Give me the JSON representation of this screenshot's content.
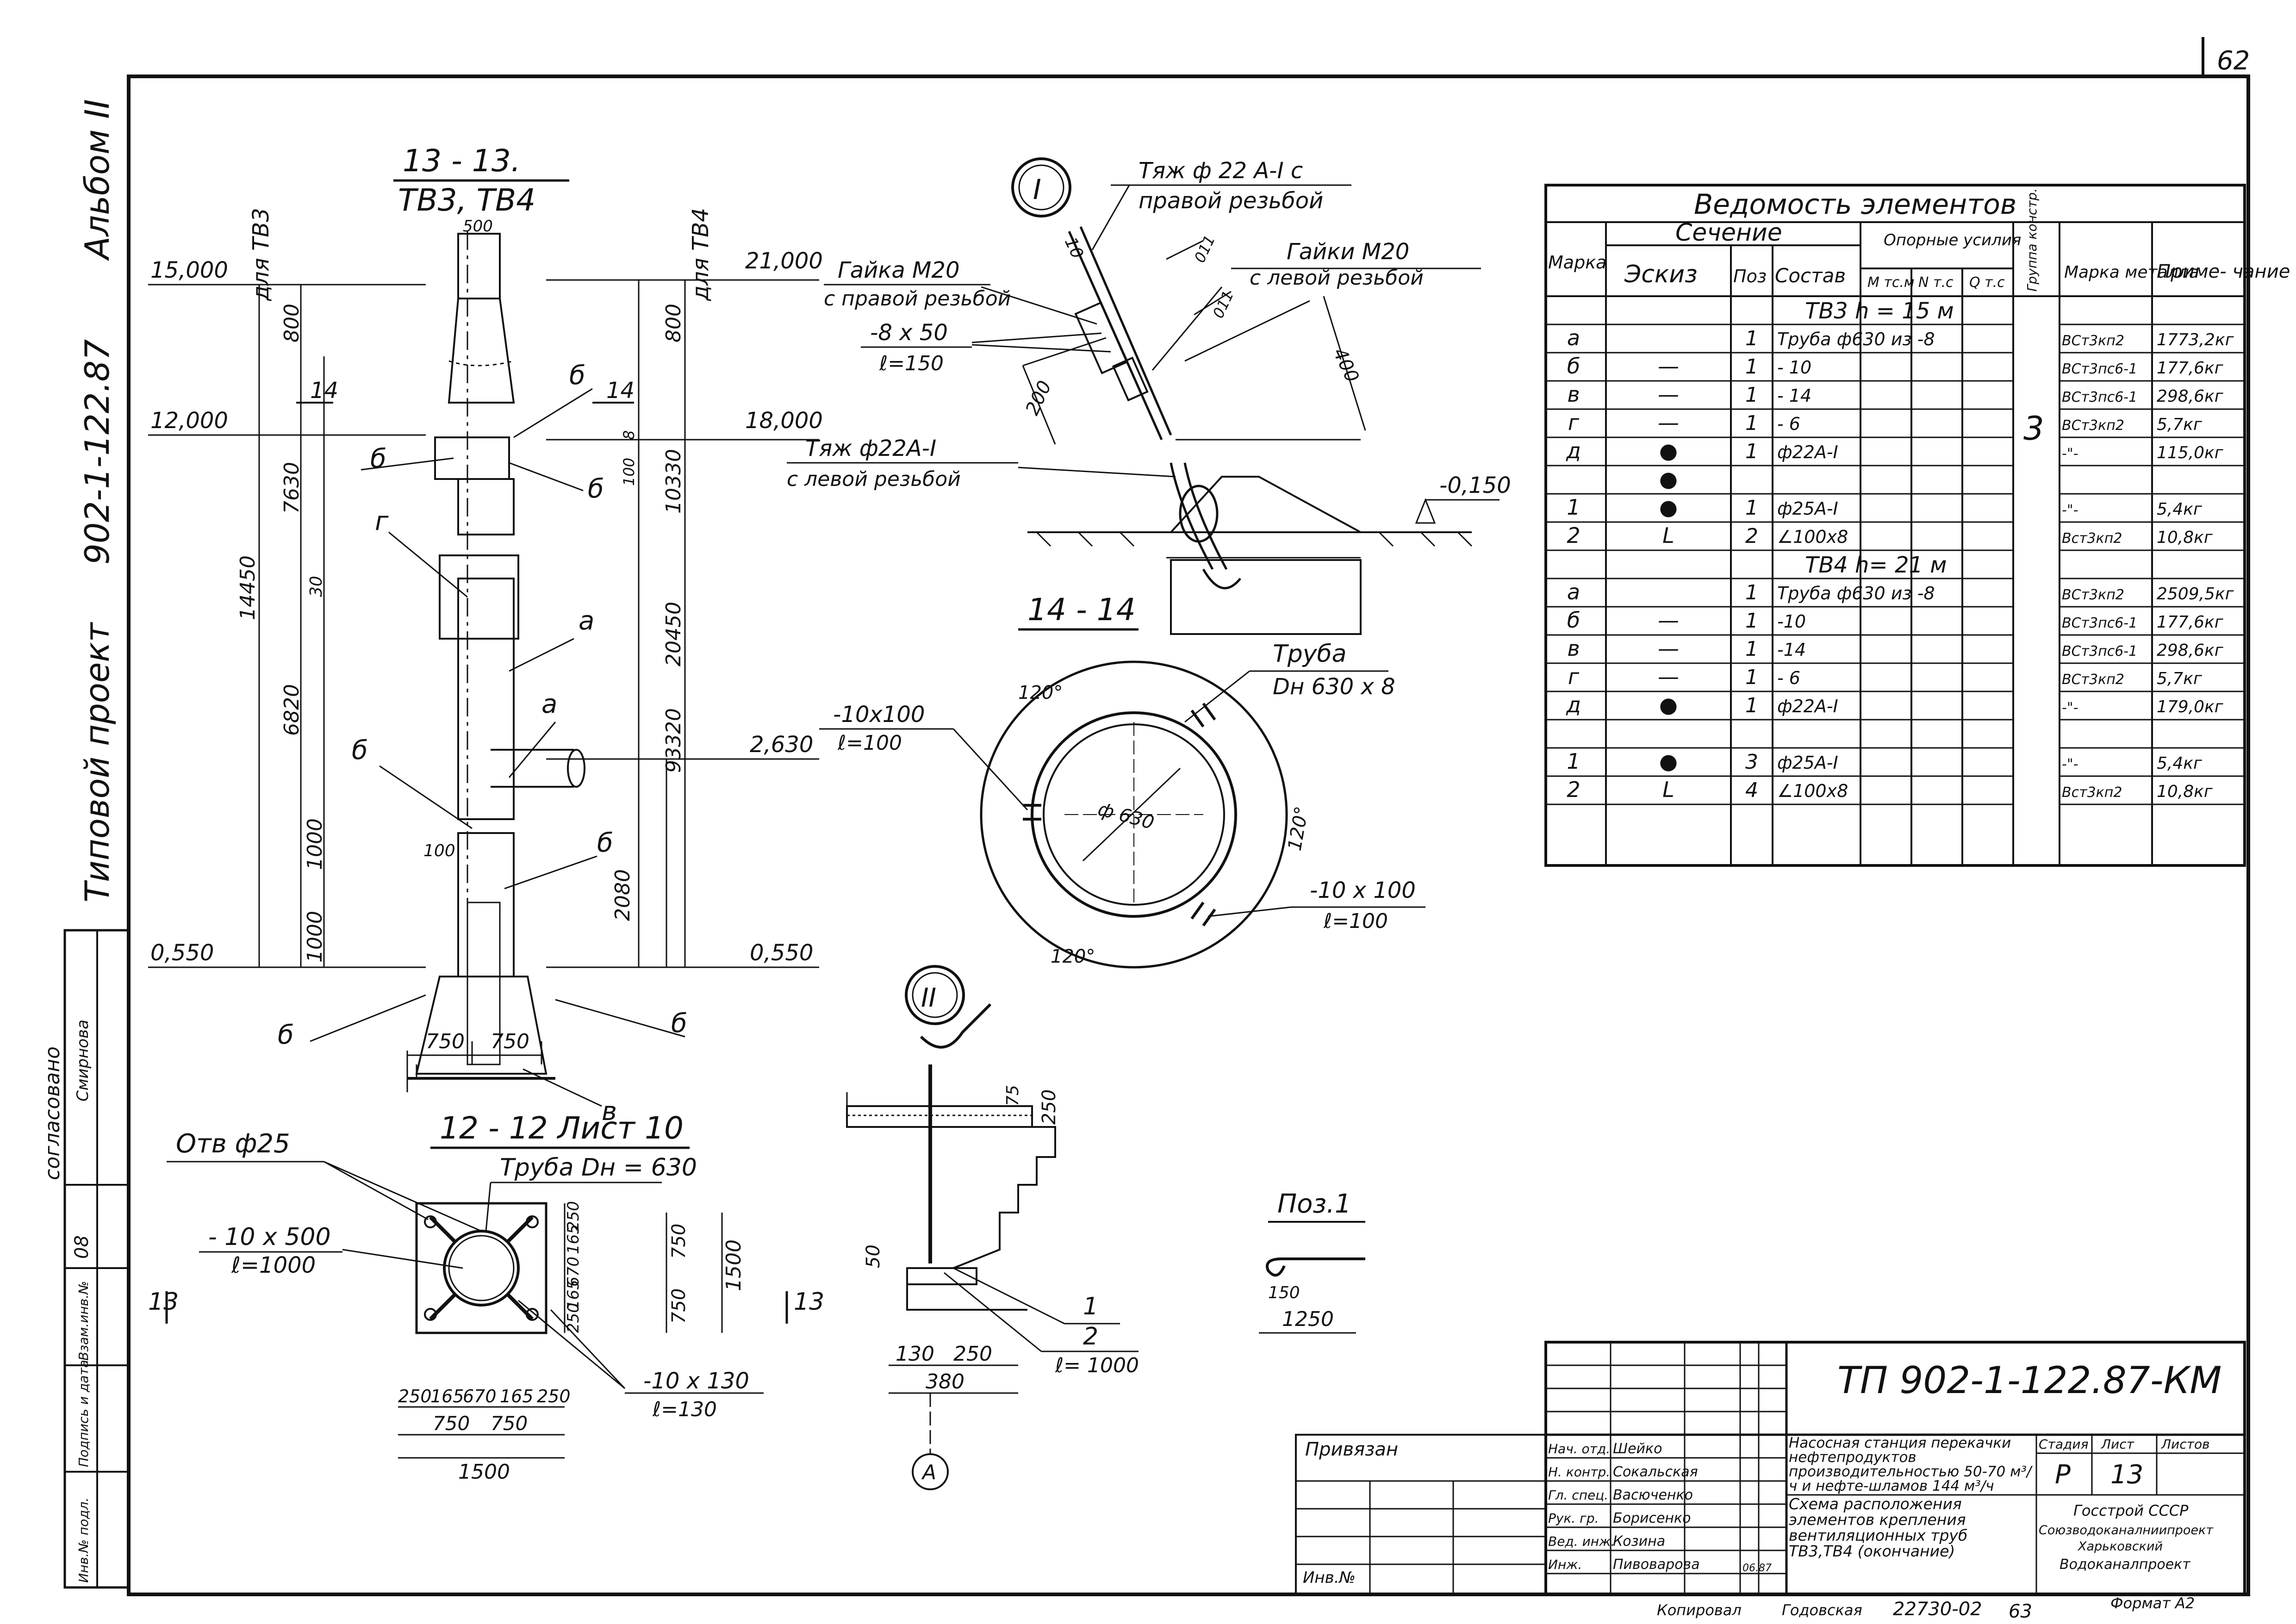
{
  "sheet_no": "62",
  "page_no": "63",
  "side_labels": {
    "album": "Альбом II",
    "project": "902-1-122.87",
    "type": "Типовой проект"
  },
  "left_stamp": {
    "agreed": "согласовано",
    "signer": "Смирнова",
    "code": "08",
    "rows": [
      "Инв.№ подл.",
      "Подпись и дата",
      "Взам.инв.№"
    ]
  },
  "section_13": {
    "title": "13 - 13.",
    "subtitle": "ТВ3, ТВ4",
    "for_tv3": "для ТВ3",
    "for_tv4": "для ТВ4",
    "top_width": "500",
    "levels": [
      "15,000",
      "12,000",
      "0,550",
      "21,000",
      "18,000",
      "2,630",
      "0,550"
    ],
    "dims": [
      "800",
      "7630",
      "14450",
      "30",
      "6820",
      "1000",
      "1000",
      "800",
      "10330",
      "100",
      "8",
      "20450",
      "93320",
      "2080",
      "100",
      "750",
      "750"
    ],
    "cut_mark": "14",
    "marks": [
      "б",
      "б",
      "б",
      "г",
      "а",
      "а",
      "б",
      "б",
      "б",
      "б",
      "в"
    ]
  },
  "detail_1": {
    "num": "I",
    "tie_right": "Тяж ф 22 А-I с",
    "tie_right2": "правой резьбой",
    "nut_right": "Гайка М20",
    "nut_right2": "с правой резьбой",
    "nuts_left": "Гайки М20",
    "nuts_left2": "с левой резьбой",
    "plate": "-8 х 50",
    "plate_len": "ℓ=150",
    "tie_left": "Тяж ф22А-I",
    "tie_left2": "с левой резьбой",
    "level": "-0,150",
    "d10": "10",
    "d200": "200",
    "d011": "011",
    "d400": "400"
  },
  "section_14": {
    "title": "14 - 14",
    "pipe": "Труба",
    "pipe_size": "Dн 630 х 8",
    "rib": "-10х100",
    "rib_len": "ℓ=100",
    "rib2": "-10 х 100",
    "rib2_len": "ℓ=100",
    "angles": [
      "120°",
      "120°",
      "120°"
    ],
    "dia": "ф 630"
  },
  "section_12": {
    "title": "12 - 12  Лист 10",
    "hole": "Отв ф25",
    "pipe": "Труба Dн = 630",
    "plate": "- 10 х 500",
    "plate_len": "ℓ=1000",
    "rib": "-10 х 130",
    "rib_len": "ℓ=130",
    "cut": "13",
    "dims_bottom": [
      "250",
      "165",
      "670",
      "165",
      "250"
    ],
    "dims_bottom2": [
      "750",
      "750"
    ],
    "total": "1500",
    "dims_right": [
      "250",
      "165",
      "670",
      "165",
      "250"
    ],
    "dims_right2": [
      "750",
      "750"
    ],
    "total_right": "1500"
  },
  "detail_2": {
    "num": "II",
    "d75": "75",
    "d250": "250",
    "d50": "50",
    "d130": "130",
    "d250b": "250",
    "d380": "380",
    "pos1": "1",
    "pos2": "2",
    "pos2_len": "ℓ= 1000",
    "axis": "А"
  },
  "pos1_detail": {
    "title": "Поз.1",
    "d150": "150",
    "d1250": "1250"
  },
  "spec_table": {
    "title": "Ведомость элементов",
    "h_mark": "Марка",
    "h_section": "Сечение",
    "h_sketch": "Эскиз",
    "h_pos": "Поз",
    "h_comp": "Состав",
    "h_forces": "Опорные усилия",
    "h_m": "М тс.м",
    "h_n": "N т.с",
    "h_q": "Q т.с",
    "h_group": "Группа констр.",
    "h_steel": "Марка металла",
    "h_note": "Приме- чание",
    "group_value": "3",
    "section_tv3": "ТВ3  h = 15 м",
    "section_tv4": "ТВ4  h= 21 м",
    "rows_tv3": [
      {
        "mark": "а",
        "sketch": "",
        "pos": "1",
        "comp": "Труба ф630 из -8",
        "steel": "ВСт3кп2",
        "note": "1773,2кг"
      },
      {
        "mark": "б",
        "sketch": "—",
        "pos": "1",
        "comp": "- 10",
        "steel": "ВСт3пс6-1",
        "note": "177,6кг"
      },
      {
        "mark": "в",
        "sketch": "—",
        "pos": "1",
        "comp": "- 14",
        "steel": "ВСт3пс6-1",
        "note": "298,6кг"
      },
      {
        "mark": "г",
        "sketch": "—",
        "pos": "1",
        "comp": "- 6",
        "steel": "ВСт3кп2",
        "note": "5,7кг"
      },
      {
        "mark": "д",
        "sketch": "●",
        "pos": "1",
        "comp": "ф22А-I",
        "steel": "-\"-",
        "note": "115,0кг"
      },
      {
        "mark": "",
        "sketch": "●",
        "pos": "",
        "comp": "",
        "steel": "",
        "note": ""
      },
      {
        "mark": "1",
        "sketch": "●",
        "pos": "1",
        "comp": "ф25А-I",
        "steel": "-\"-",
        "note": "5,4кг"
      },
      {
        "mark": "2",
        "sketch": "L",
        "pos": "2",
        "comp": "∠100х8",
        "steel": "Вст3кп2",
        "note": "10,8кг"
      }
    ],
    "rows_tv4": [
      {
        "mark": "а",
        "sketch": "",
        "pos": "1",
        "comp": "Труба ф630 из -8",
        "steel": "ВСт3кп2",
        "note": "2509,5кг"
      },
      {
        "mark": "б",
        "sketch": "—",
        "pos": "1",
        "comp": "-10",
        "steel": "ВСт3пс6-1",
        "note": "177,6кг"
      },
      {
        "mark": "в",
        "sketch": "—",
        "pos": "1",
        "comp": "-14",
        "steel": "ВСт3пс6-1",
        "note": "298,6кг"
      },
      {
        "mark": "г",
        "sketch": "—",
        "pos": "1",
        "comp": "- 6",
        "steel": "ВСт3кп2",
        "note": "5,7кг"
      },
      {
        "mark": "д",
        "sketch": "●",
        "pos": "1",
        "comp": "ф22А-I",
        "steel": "-\"-",
        "note": "179,0кг"
      },
      {
        "mark": "",
        "sketch": "",
        "pos": "",
        "comp": "",
        "steel": "",
        "note": ""
      },
      {
        "mark": "1",
        "sketch": "●",
        "pos": "3",
        "comp": "ф25А-I",
        "steel": "-\"-",
        "note": "5,4кг"
      },
      {
        "mark": "2",
        "sketch": "L",
        "pos": "4",
        "comp": "∠100х8",
        "steel": "Вст3кп2",
        "note": "10,8кг"
      }
    ]
  },
  "title_block": {
    "code": "ТП 902-1-122.87-КМ",
    "bound": "Привязан",
    "inv": "Инв.№",
    "roles": [
      {
        "role": "Нач. отд.",
        "name": "Шейко"
      },
      {
        "role": "Н. контр.",
        "name": "Сокальская"
      },
      {
        "role": "Гл. спец.",
        "name": "Васюченко"
      },
      {
        "role": "Рук. гр.",
        "name": "Борисенко"
      },
      {
        "role": "Вед. инж.",
        "name": "Козина"
      },
      {
        "role": "Инж.",
        "name": "Пивоварова"
      }
    ],
    "date": "06.87",
    "desc1": "Насосная станция перекачки нефтепродуктов производительностью 50-70 м³/ч и нефте-шламов 144 м³/ч",
    "desc2": "Схема расположения элементов крепления вентиляционных труб ТВ3,ТВ4 (окончание)",
    "h_stage": "Стадия",
    "h_sheet": "Лист",
    "h_sheets": "Листов",
    "stage": "Р",
    "sheet": "13",
    "org1": "Госстрой СССР",
    "org2": "Союзводоканалниипроект",
    "org3": "Харьковский",
    "org4": "Водоканалпроект",
    "copied": "Копировал",
    "copier": "Годовская",
    "archive": "22730-02",
    "format": "Формат А2"
  }
}
